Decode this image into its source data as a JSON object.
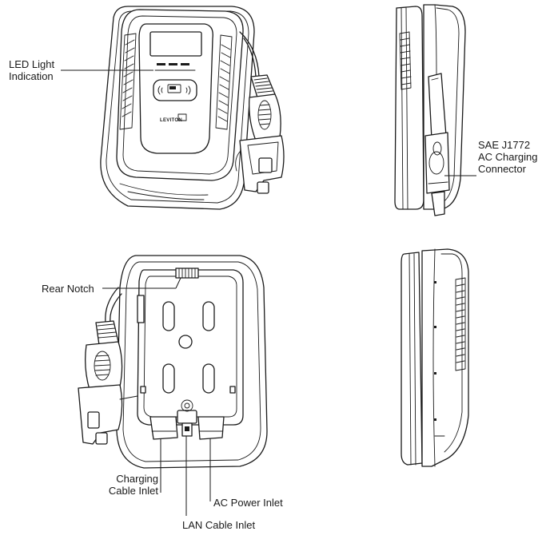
{
  "labels": {
    "led": [
      "LED Light",
      "Indication"
    ],
    "sae": [
      "SAE J1772",
      "AC Charging",
      "Connector"
    ],
    "rear_notch": "Rear Notch",
    "charging_inlet": [
      "Charging",
      "Cable Inlet"
    ],
    "ac_inlet": "AC Power Inlet",
    "lan_inlet": "LAN Cable Inlet"
  },
  "brand_logo": "LEVITON",
  "icons": {
    "front": "charger-front-view",
    "side_right": "charger-side-view-connector",
    "rear": "charger-rear-view",
    "side_left": "charger-side-view-vents"
  }
}
